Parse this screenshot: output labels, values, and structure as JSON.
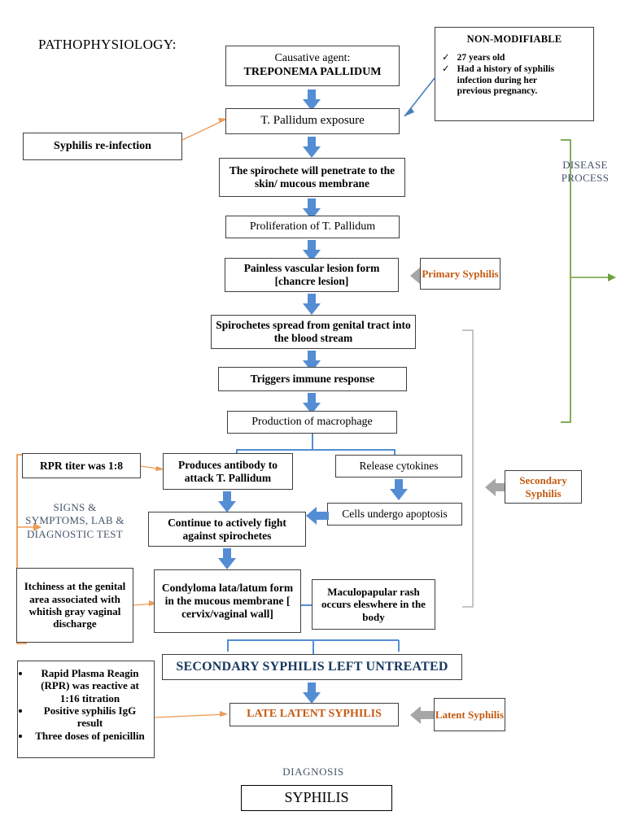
{
  "page": {
    "title": "PATHOPHYSIOLOGY:"
  },
  "nonmodifiable": {
    "heading": "NON-MODIFIABLE",
    "items": [
      "27 years old",
      "Had a history of syphilis infection during her previous pregnancy."
    ],
    "bullet_glyph": "✓"
  },
  "flow": {
    "causative_agent_line1": "Causative agent:",
    "causative_agent_line2": "TREPONEMA PALLIDUM",
    "exposure": "T. Pallidum exposure",
    "penetrate": "The spirochete will penetrate to the skin/ mucous membrane",
    "proliferation": "Proliferation of T. Pallidum",
    "lesion": "Painless vascular lesion form [chancre lesion]",
    "spread": "Spirochetes spread from genital tract into the blood stream",
    "immune": "Triggers immune response",
    "macrophage": "Production of macrophage",
    "antibody": "Produces antibody to attack T. Pallidum",
    "cytokines": "Release cytokines",
    "apoptosis": "Cells undergo apoptosis",
    "fight": "Continue to actively fight against spirochetes",
    "condyloma": "Condyloma lata/latum form in the mucous membrane [ cervix/vaginal wall]",
    "rash": "Maculopapular rash occurs eleswhere in the body",
    "untreated": "SECONDARY SYPHILIS LEFT UNTREATED",
    "late_latent": "LATE LATENT SYPHILIS"
  },
  "side_boxes": {
    "reinfection": "Syphilis re-infection",
    "rpr_titer": "RPR titer was  1:8",
    "itchiness": "Itchiness at the genital area associated with whitish gray vaginal discharge",
    "labs": [
      "Rapid Plasma Reagin (RPR) was reactive at 1:16 titration",
      "Positive syphilis IgG result",
      "Three doses of penicillin"
    ]
  },
  "stage_labels": {
    "primary": "Primary Syphilis",
    "secondary": "Secondary Syphilis",
    "latent": "Latent Syphilis"
  },
  "brackets": {
    "disease_process": "DISEASE PROCESS",
    "signs_symptoms": "SIGNS  & SYMPTOMS, LAB & DIAGNOSTIC TEST"
  },
  "diagnosis": {
    "label": "DIAGNOSIS",
    "value": "SYPHILIS"
  },
  "colors": {
    "arrow_blue": "#548dd4",
    "arrow_gray": "#a6a6a6",
    "stage_orange": "#c55a11",
    "label_slate": "#44546a",
    "bracket_green": "#70a040",
    "bracket_orange": "#ed9b56",
    "bracket_gray": "#bfbfbf",
    "box_border": "#3f3f3f"
  }
}
